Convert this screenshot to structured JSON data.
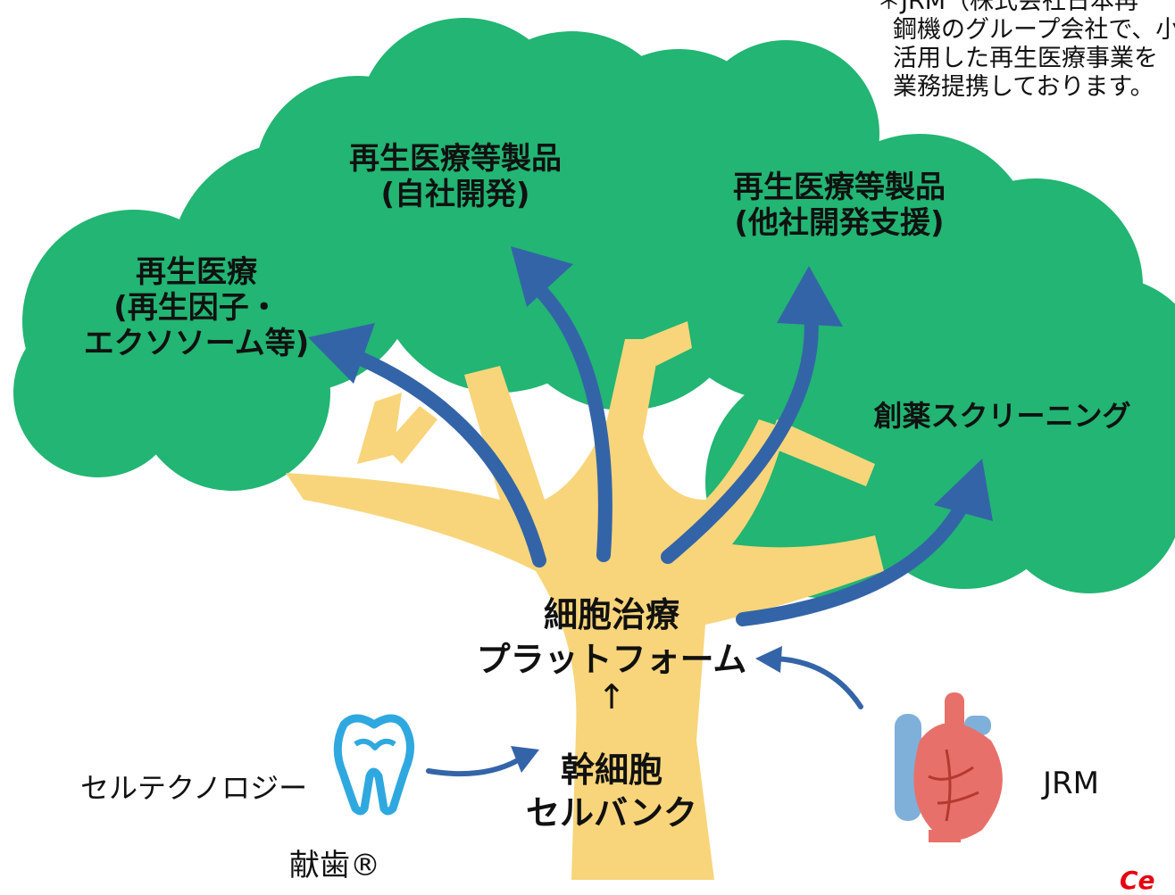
{
  "note": {
    "line1": "＊JRM（株式会社日本再",
    "line2": "鋼機のグループ会社で、小",
    "line3": "活用した再生医療事業を",
    "line4": "業務提携しております。"
  },
  "branches": {
    "regen_medicine": [
      "再生医療",
      "(再生因子・",
      "エクソソーム等)"
    ],
    "product_inhouse": [
      "再生医療等製品",
      "(自社開発)"
    ],
    "product_support": [
      "再生医療等製品",
      "(他社開発支援)"
    ],
    "drug_screening": "創薬スクリーニング"
  },
  "platform": {
    "line1": "細胞治療",
    "line2": "プラットフォーム",
    "arrow": "↑"
  },
  "bank": {
    "line1": "幹細胞",
    "line2": "セルバンク"
  },
  "left_source": {
    "company": "セルテクノロジー",
    "caption": "献歯®",
    "icon": "tooth-icon"
  },
  "right_source": {
    "company": "JRM",
    "icon": "heart-icon"
  },
  "logo_text": "Ce",
  "colors": {
    "foliage": "#22b573",
    "trunk": "#f8d57a",
    "arrow": "#3464a8",
    "tooth": "#2fa8e0",
    "heart": "#e8706a",
    "vessel": "#7fb0d9"
  }
}
